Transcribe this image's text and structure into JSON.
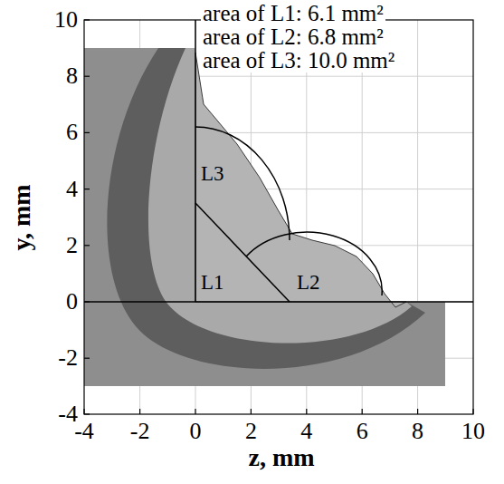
{
  "diagram": {
    "labels": [
      "area of L1: 6.1 mm²",
      "area of L2: 6.8 mm²",
      "area of L3: 10.0 mm²",
      "L3",
      "L1",
      "L2",
      "10",
      "8",
      "6",
      "4",
      "2",
      "0",
      "-2",
      "-4",
      "-4",
      "-2",
      "0",
      "2",
      "4",
      "6",
      "8",
      "10",
      "z, mm",
      "y, mm"
    ]
  }
}
